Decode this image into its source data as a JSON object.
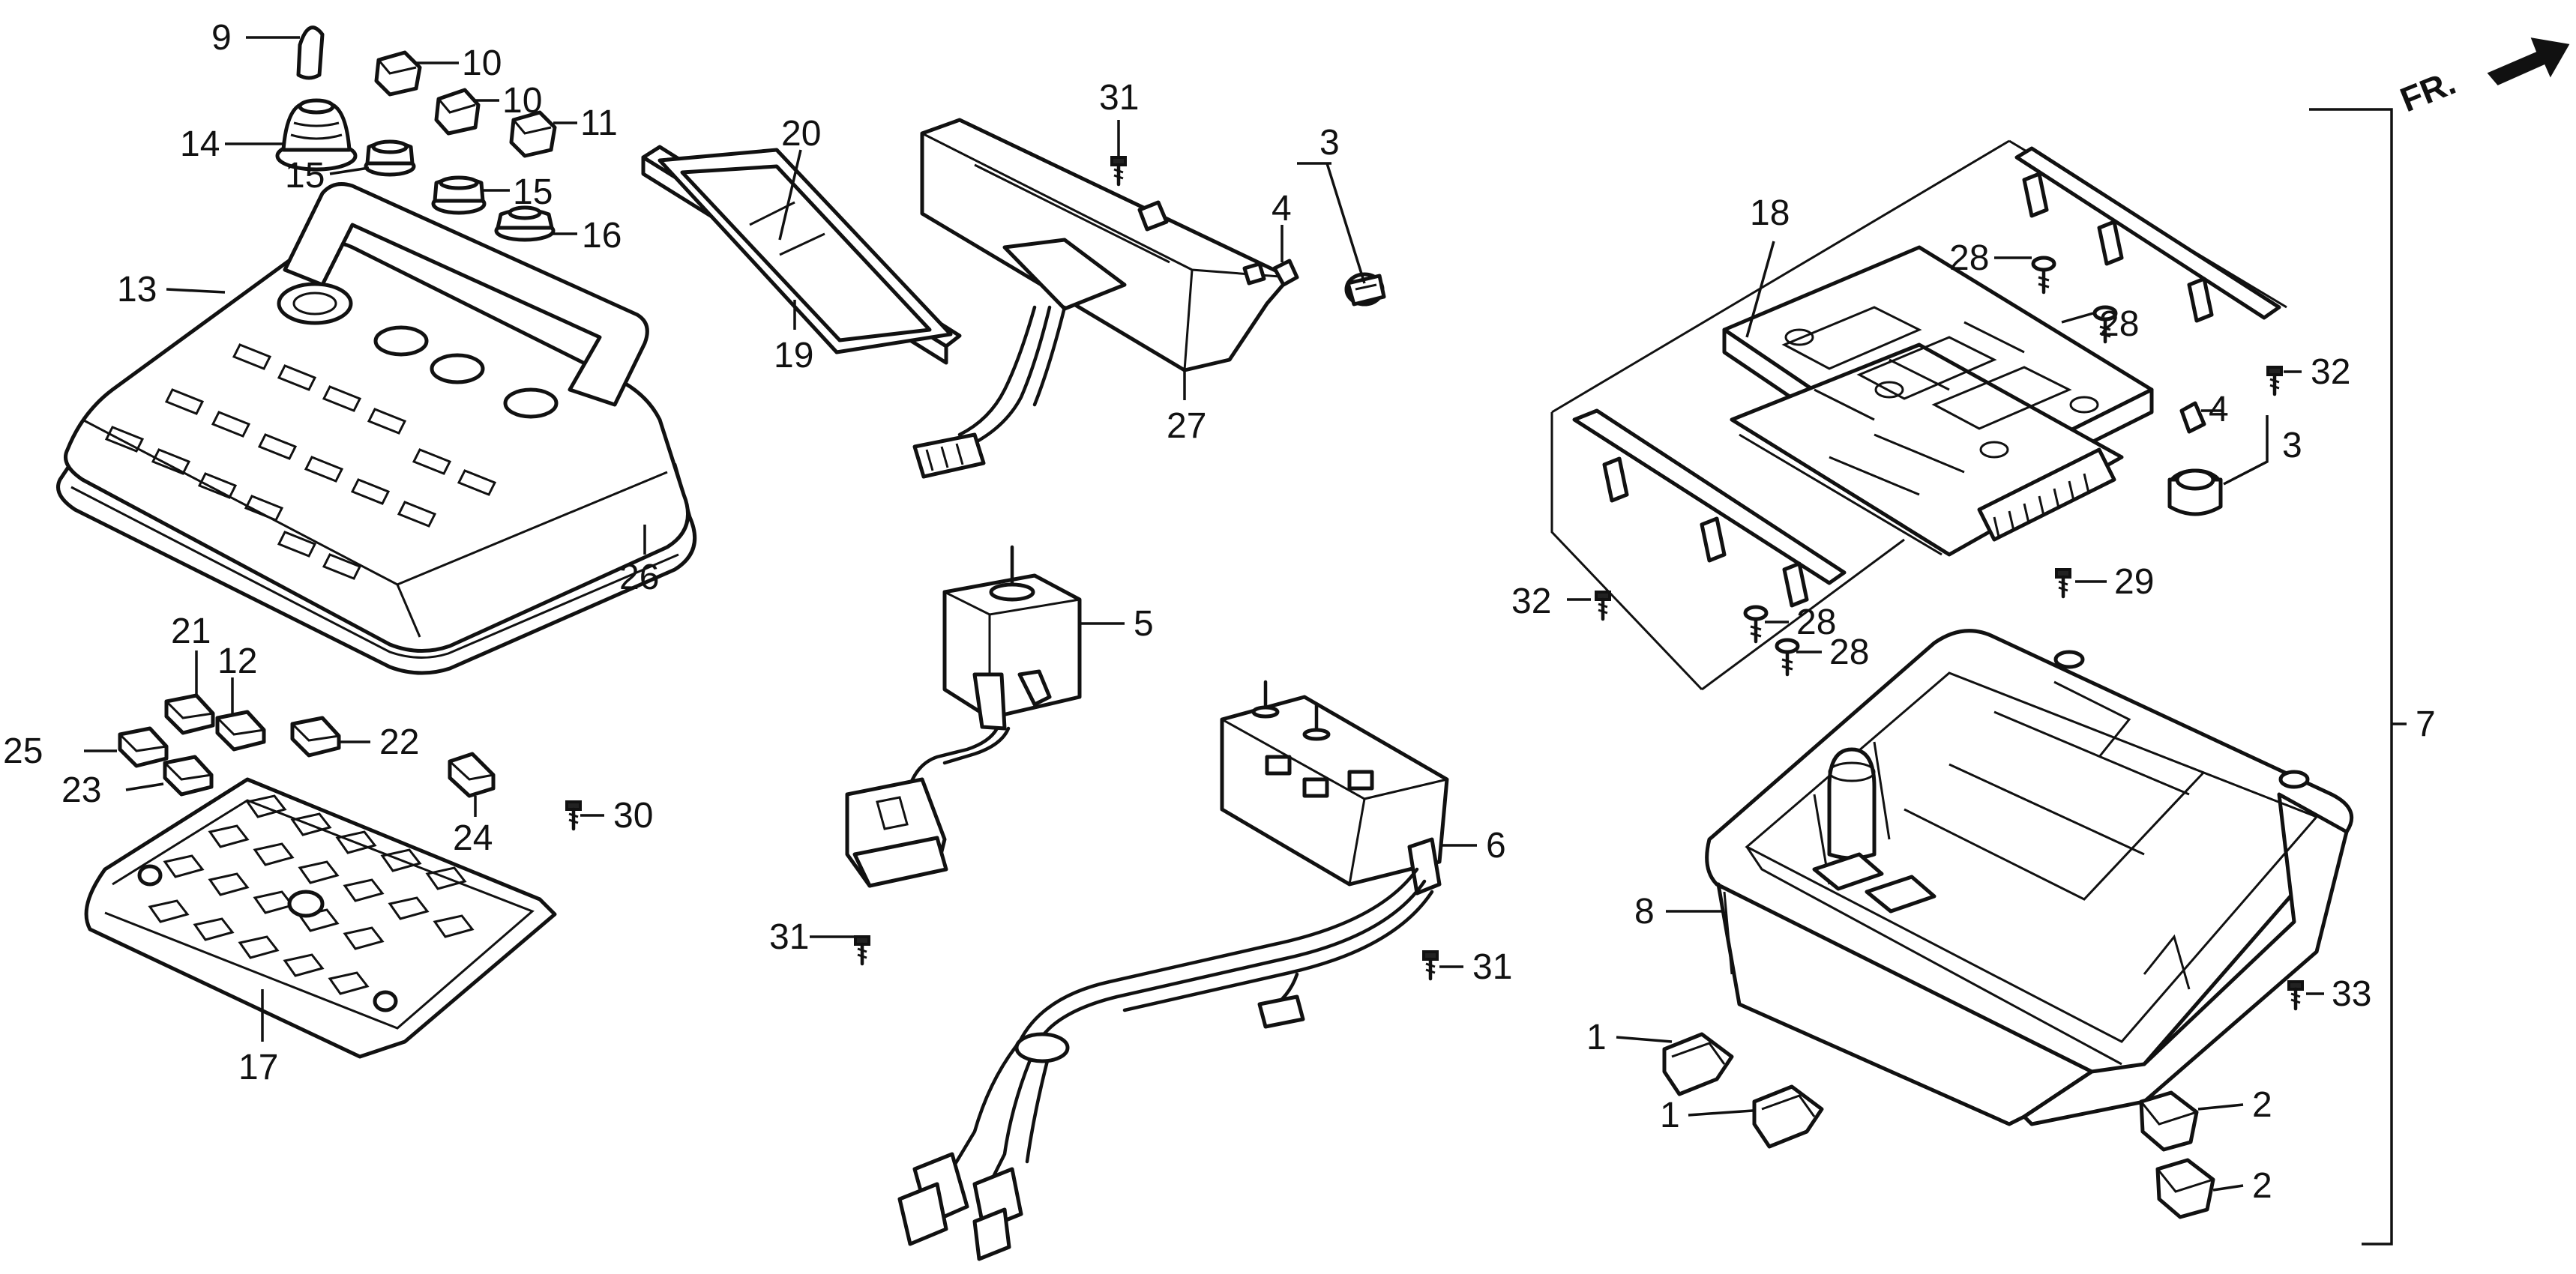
{
  "direction_marker": {
    "label": "FR."
  },
  "callouts": [
    {
      "id": "c9",
      "label": "9"
    },
    {
      "id": "c10a",
      "label": "10"
    },
    {
      "id": "c10b",
      "label": "10"
    },
    {
      "id": "c11",
      "label": "11"
    },
    {
      "id": "c14",
      "label": "14"
    },
    {
      "id": "c15a",
      "label": "15"
    },
    {
      "id": "c15b",
      "label": "15"
    },
    {
      "id": "c16",
      "label": "16"
    },
    {
      "id": "c13",
      "label": "13"
    },
    {
      "id": "c26",
      "label": "26"
    },
    {
      "id": "c20",
      "label": "20"
    },
    {
      "id": "c19",
      "label": "19"
    },
    {
      "id": "c31a",
      "label": "31"
    },
    {
      "id": "c27",
      "label": "27"
    },
    {
      "id": "c3a",
      "label": "3"
    },
    {
      "id": "c4a",
      "label": "4"
    },
    {
      "id": "c5",
      "label": "5"
    },
    {
      "id": "c6",
      "label": "6"
    },
    {
      "id": "c31b",
      "label": "31"
    },
    {
      "id": "c31c",
      "label": "31"
    },
    {
      "id": "c21",
      "label": "21"
    },
    {
      "id": "c12",
      "label": "12"
    },
    {
      "id": "c22",
      "label": "22"
    },
    {
      "id": "c25",
      "label": "25"
    },
    {
      "id": "c23",
      "label": "23"
    },
    {
      "id": "c24",
      "label": "24"
    },
    {
      "id": "c30",
      "label": "30"
    },
    {
      "id": "c17",
      "label": "17"
    },
    {
      "id": "c18",
      "label": "18"
    },
    {
      "id": "c28a",
      "label": "28"
    },
    {
      "id": "c28b",
      "label": "28"
    },
    {
      "id": "c32a",
      "label": "32"
    },
    {
      "id": "c4b",
      "label": "4"
    },
    {
      "id": "c3b",
      "label": "3"
    },
    {
      "id": "c32b",
      "label": "32"
    },
    {
      "id": "c28c",
      "label": "28"
    },
    {
      "id": "c28d",
      "label": "28"
    },
    {
      "id": "c29",
      "label": "29"
    },
    {
      "id": "c7",
      "label": "7"
    },
    {
      "id": "c8",
      "label": "8"
    },
    {
      "id": "c33",
      "label": "33"
    },
    {
      "id": "c1a",
      "label": "1"
    },
    {
      "id": "c1b",
      "label": "1"
    },
    {
      "id": "c2a",
      "label": "2"
    },
    {
      "id": "c2b",
      "label": "2"
    }
  ]
}
